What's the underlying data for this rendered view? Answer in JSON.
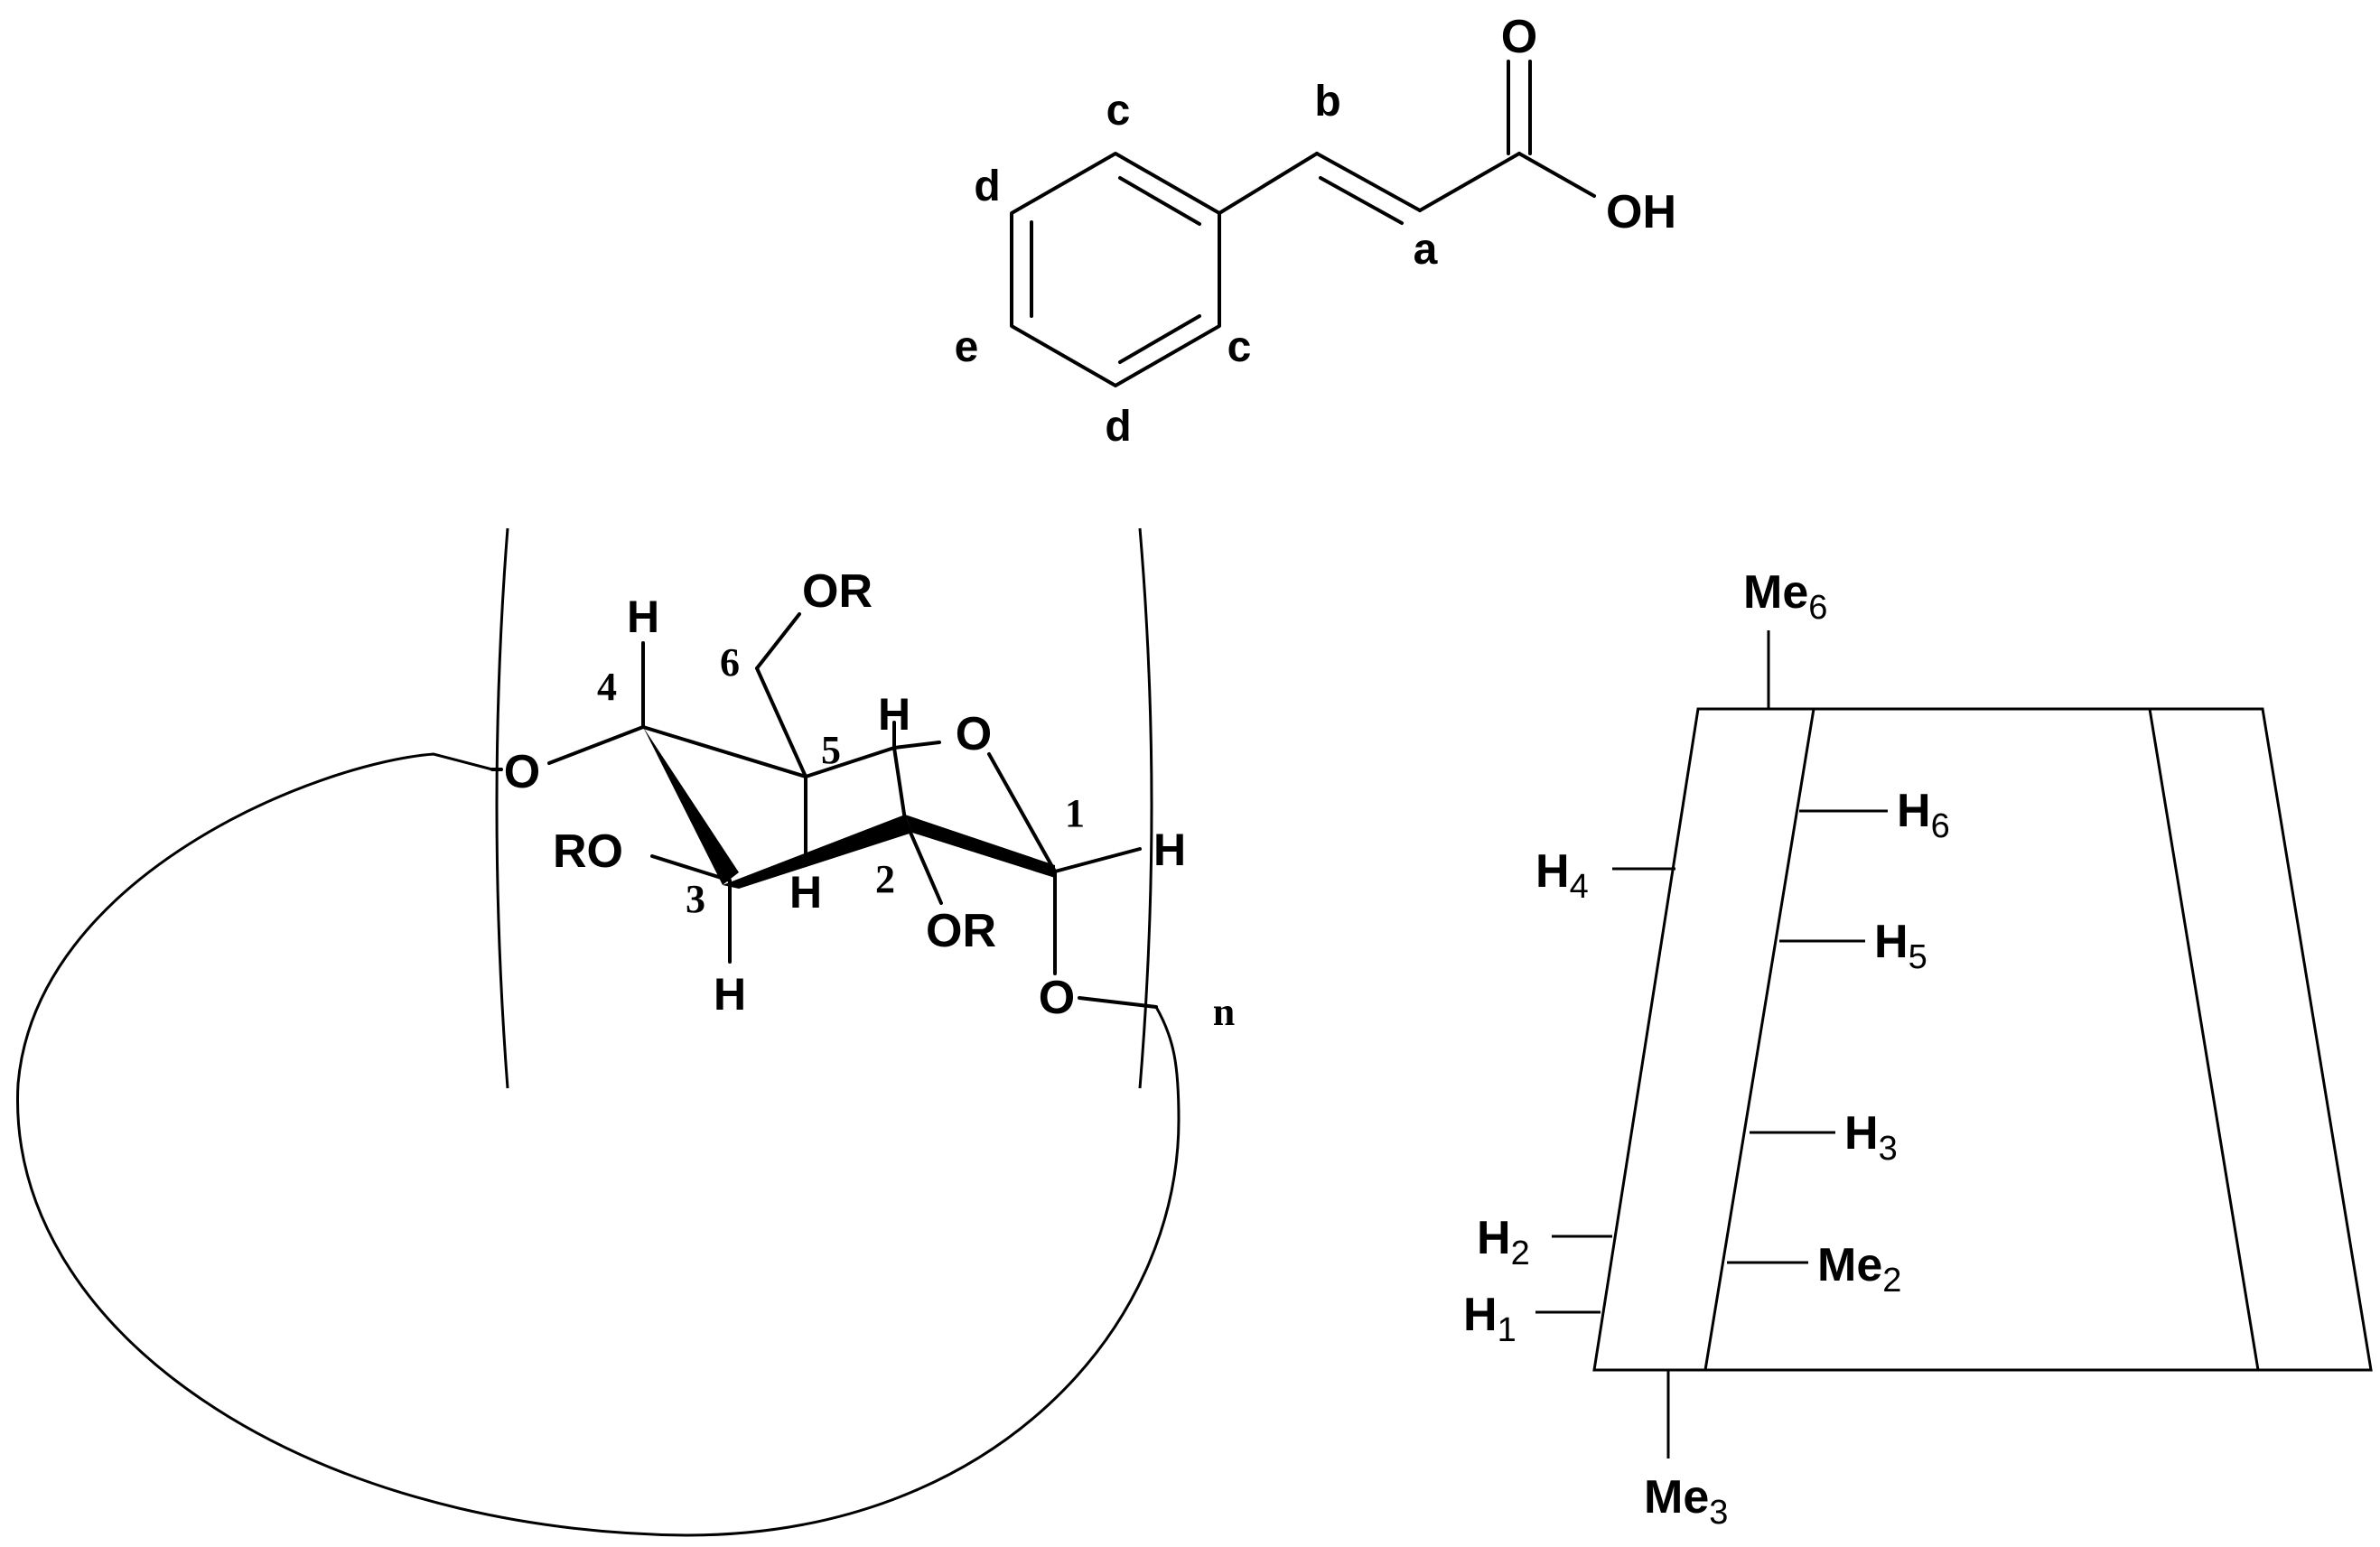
{
  "cinnamic_acid": {
    "oxygen": "O",
    "hydroxyl": "OH",
    "labels": {
      "a": "a",
      "b": "b",
      "c_top": "c",
      "c_bottom": "c",
      "d_top": "d",
      "d_bottom": "d",
      "e": "e"
    }
  },
  "cyclodextrin_unit": {
    "ring_oxygen": "O",
    "glycosidic_oxygen_left": "O",
    "glycosidic_oxygen_right": "O",
    "substituent_6": "OR",
    "substituent_3": "RO",
    "substituent_2": "OR",
    "h_4": "H",
    "h_5": "H",
    "h_3_up": "H",
    "h_3_down": "H",
    "h_1": "H",
    "positions": {
      "p1": "1",
      "p2": "2",
      "p3": "3",
      "p4": "4",
      "p5": "5",
      "p6": "6"
    },
    "repeat": "n"
  },
  "cone_model": {
    "labels": {
      "me6": {
        "base": "Me",
        "sub": "6"
      },
      "h6": {
        "base": "H",
        "sub": "6"
      },
      "h4": {
        "base": "H",
        "sub": "4"
      },
      "h5": {
        "base": "H",
        "sub": "5"
      },
      "h3": {
        "base": "H",
        "sub": "3"
      },
      "h2": {
        "base": "H",
        "sub": "2"
      },
      "me2": {
        "base": "Me",
        "sub": "2"
      },
      "h1": {
        "base": "H",
        "sub": "1"
      },
      "me3": {
        "base": "Me",
        "sub": "3"
      }
    }
  }
}
